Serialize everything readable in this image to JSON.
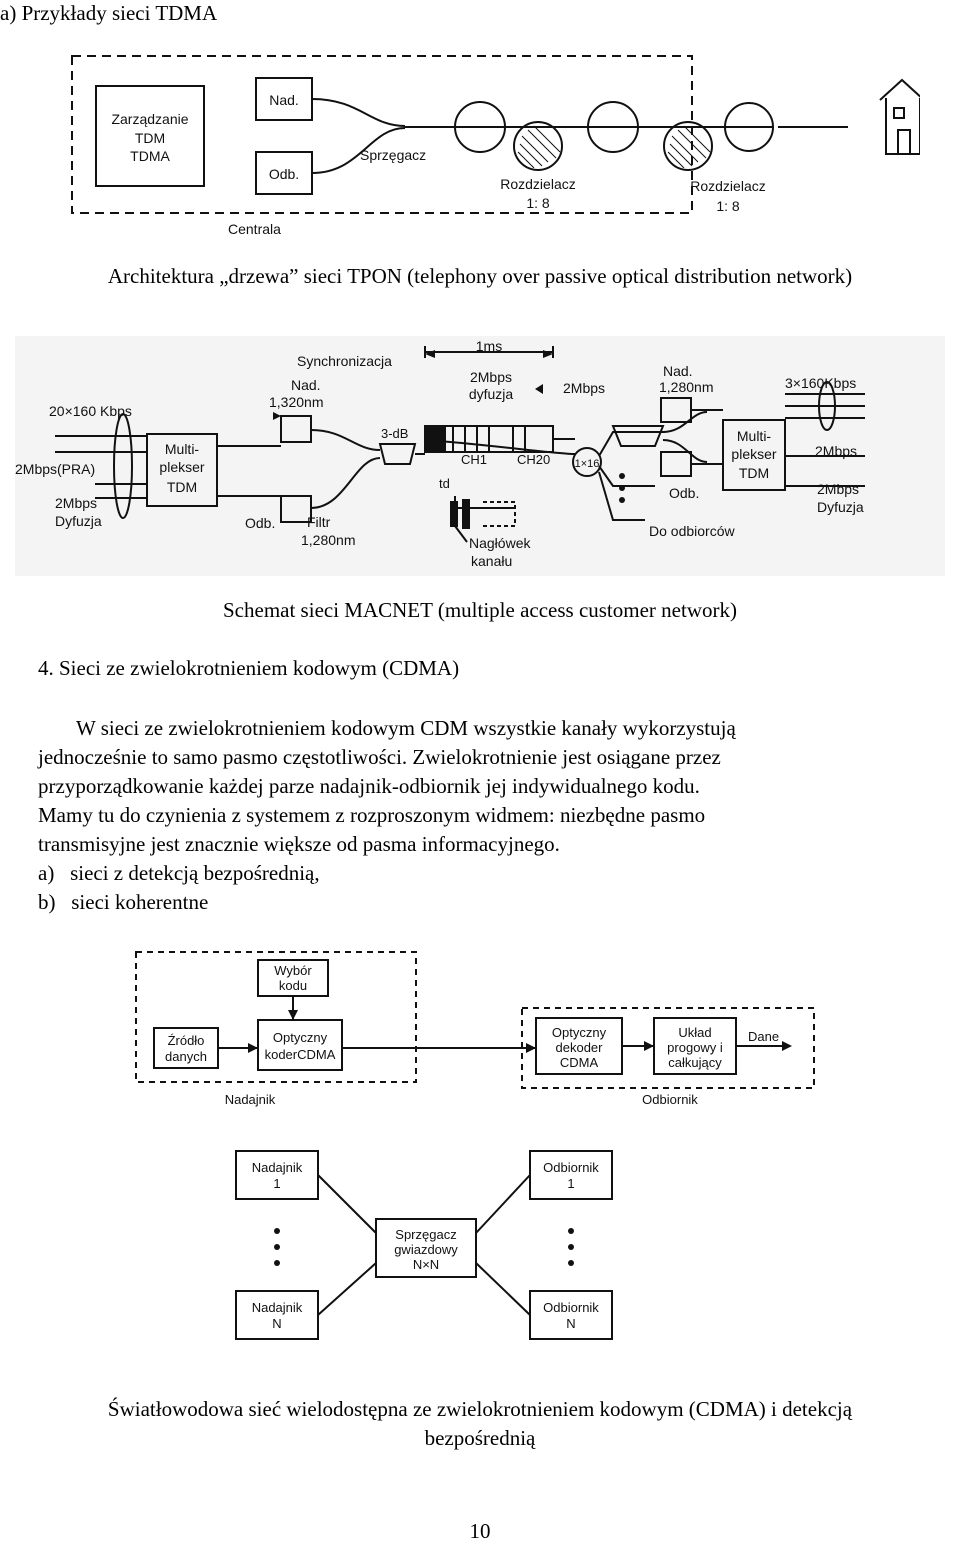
{
  "section_heading": "a) Przykłady sieci TDMA",
  "fig1": {
    "caption": "Architektura  „drzewa”  sieci TPON (telephony over passive optical distribution network)",
    "labels": {
      "mgmt_1": "Zarządzanie",
      "mgmt_2": "TDM",
      "mgmt_3": "TDMA",
      "tx": "Nad.",
      "rx": "Odb.",
      "coupler": "Sprzęgacz",
      "central": "Centrala",
      "splitter_a": "Rozdzielacz",
      "splitter_b": "Rozdzielacz",
      "ratio_a": "1: 8",
      "ratio_b": "1: 8"
    }
  },
  "fig2": {
    "caption": "Schemat sieci MACNET (multiple access customer network)",
    "labels": {
      "sync": "Synchronizacja",
      "ms": "1ms",
      "tx_left_1": "Nad.",
      "tx_left_2": "1,320nm",
      "mbps2_1": "2Mbps",
      "mbps2_2": "dyfuzja",
      "mbps2_right": "2Mbps",
      "tx_right_1": "Nad.",
      "tx_right_2": "1,280nm",
      "kbps_left": "20×160 Kbps",
      "kbps_right": "3×160Kbps",
      "mux_left_1": "Multi-",
      "mux_left_2": "plekser",
      "mux_left_3": "TDM",
      "mux_right_1": "Multi-",
      "mux_right_2": "plekser",
      "mux_right_3": "TDM",
      "pra": "2Mbps(PRA)",
      "diff_left_1": "2Mbps",
      "diff_left_2": "Dyfuzja",
      "mbps_right_a": "2Mbps",
      "diff_right_1": "2Mbps",
      "diff_right_2": "Dyfuzja",
      "db3": "3-dB",
      "ch1": "CH1",
      "ch20": "CH20",
      "x16": "1×16",
      "td": "td",
      "rx_left": "Odb.",
      "filter_1": "Filtr",
      "filter_2": "1,280nm",
      "rx_right": "Odb.",
      "to_receivers": "Do odbiorców",
      "header_1": "Nagłówek",
      "header_2": "kanału"
    }
  },
  "section4": {
    "heading": "4.  Sieci ze zwielokrotnieniem kodowym (CDMA)",
    "para1_lines": [
      "W sieci ze zwielokrotnieniem kodowym CDM wszystkie kanały wykorzystują",
      "jednocześnie to samo pasmo częstotliwości. Zwielokrotnienie jest osiągane przez",
      "przyporządkowanie każdej parze nadajnik-odbiornik jej indywidualnego kodu."
    ],
    "para2_lines": [
      "Mamy tu do czynienia z systemem z rozproszonym widmem: niezbędne pasmo",
      "transmisyjne jest znacznie większe od pasma informacyjnego."
    ],
    "item_a": "a)   sieci z detekcją bezpośrednią,",
    "item_b": "b)   sieci koherentne"
  },
  "fig3": {
    "labels": {
      "code_sel_1": "Wybór",
      "code_sel_2": "kodu",
      "src_1": "Źródło",
      "src_2": "danych",
      "enc_1": "Optyczny",
      "enc_2": "koderCDMA",
      "tx_group": "Nadajnik",
      "dec_1": "Optyczny",
      "dec_2": "dekoder",
      "dec_3": "CDMA",
      "thr_1": "Układ",
      "thr_2": "progowy i",
      "thr_3": "całkujący",
      "data_out": "Dane",
      "rx_group": "Odbiornik"
    }
  },
  "fig4": {
    "labels": {
      "tx1_1": "Nadajnik",
      "tx1_2": "1",
      "rx1_1": "Odbiornik",
      "rx1_2": "1",
      "star_1": "Sprzęgacz",
      "star_2": "gwiazdowy",
      "star_3": "N×N",
      "txn_1": "Nadajnik",
      "txn_2": "N",
      "rxn_1": "Odbiornik",
      "rxn_2": "N"
    }
  },
  "fig4_caption_lines": [
    "Światłowodowa sieć wielodostępna ze zwielokrotnieniem kodowym (CDMA) i detekcją",
    "bezpośrednią"
  ],
  "page_number": "10"
}
